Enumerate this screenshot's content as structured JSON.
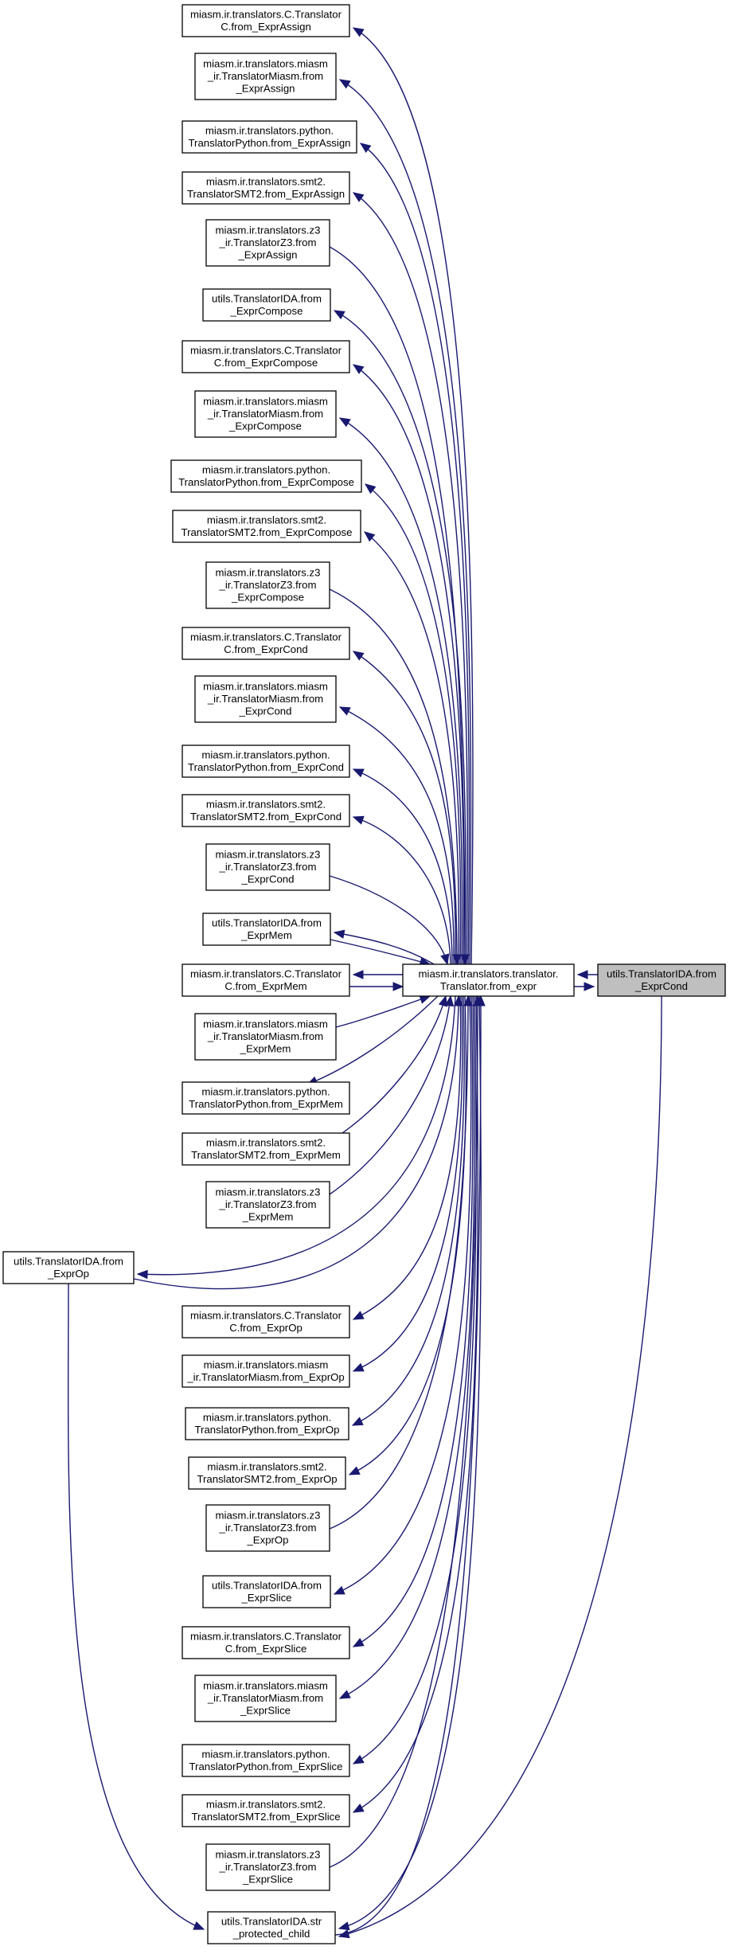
{
  "colors": {
    "edge": "#191970",
    "node_border": "#000000",
    "node_fill": "#ffffff",
    "highlight_fill": "#bfbfbf"
  },
  "nodes": [
    {
      "id": "c_assign",
      "lines": [
        "miasm.ir.translators.C.Translator",
        "C.from_ExprAssign"
      ]
    },
    {
      "id": "miasm_assign",
      "lines": [
        "miasm.ir.translators.miasm",
        "_ir.TranslatorMiasm.from",
        "_ExprAssign"
      ]
    },
    {
      "id": "python_assign",
      "lines": [
        "miasm.ir.translators.python.",
        "TranslatorPython.from_ExprAssign"
      ]
    },
    {
      "id": "smt2_assign",
      "lines": [
        "miasm.ir.translators.smt2.",
        "TranslatorSMT2.from_ExprAssign"
      ]
    },
    {
      "id": "z3_assign",
      "lines": [
        "miasm.ir.translators.z3",
        "_ir.TranslatorZ3.from",
        "_ExprAssign"
      ]
    },
    {
      "id": "ida_compose",
      "lines": [
        "utils.TranslatorIDA.from",
        "_ExprCompose"
      ]
    },
    {
      "id": "c_compose",
      "lines": [
        "miasm.ir.translators.C.Translator",
        "C.from_ExprCompose"
      ]
    },
    {
      "id": "miasm_compose",
      "lines": [
        "miasm.ir.translators.miasm",
        "_ir.TranslatorMiasm.from",
        "_ExprCompose"
      ]
    },
    {
      "id": "python_compose",
      "lines": [
        "miasm.ir.translators.python.",
        "TranslatorPython.from_ExprCompose"
      ]
    },
    {
      "id": "smt2_compose",
      "lines": [
        "miasm.ir.translators.smt2.",
        "TranslatorSMT2.from_ExprCompose"
      ]
    },
    {
      "id": "z3_compose",
      "lines": [
        "miasm.ir.translators.z3",
        "_ir.TranslatorZ3.from",
        "_ExprCompose"
      ]
    },
    {
      "id": "c_cond",
      "lines": [
        "miasm.ir.translators.C.Translator",
        "C.from_ExprCond"
      ]
    },
    {
      "id": "miasm_cond",
      "lines": [
        "miasm.ir.translators.miasm",
        "_ir.TranslatorMiasm.from",
        "_ExprCond"
      ]
    },
    {
      "id": "python_cond",
      "lines": [
        "miasm.ir.translators.python.",
        "TranslatorPython.from_ExprCond"
      ]
    },
    {
      "id": "smt2_cond",
      "lines": [
        "miasm.ir.translators.smt2.",
        "TranslatorSMT2.from_ExprCond"
      ]
    },
    {
      "id": "z3_cond",
      "lines": [
        "miasm.ir.translators.z3",
        "_ir.TranslatorZ3.from",
        "_ExprCond"
      ]
    },
    {
      "id": "ida_mem",
      "lines": [
        "utils.TranslatorIDA.from",
        "_ExprMem"
      ]
    },
    {
      "id": "c_mem",
      "lines": [
        "miasm.ir.translators.C.Translator",
        "C.from_ExprMem"
      ]
    },
    {
      "id": "miasm_mem",
      "lines": [
        "miasm.ir.translators.miasm",
        "_ir.TranslatorMiasm.from",
        "_ExprMem"
      ]
    },
    {
      "id": "python_mem",
      "lines": [
        "miasm.ir.translators.python.",
        "TranslatorPython.from_ExprMem"
      ]
    },
    {
      "id": "smt2_mem",
      "lines": [
        "miasm.ir.translators.smt2.",
        "TranslatorSMT2.from_ExprMem"
      ]
    },
    {
      "id": "z3_mem",
      "lines": [
        "miasm.ir.translators.z3",
        "_ir.TranslatorZ3.from",
        "_ExprMem"
      ]
    },
    {
      "id": "ida_op",
      "lines": [
        "utils.TranslatorIDA.from",
        "_ExprOp"
      ]
    },
    {
      "id": "c_op",
      "lines": [
        "miasm.ir.translators.C.Translator",
        "C.from_ExprOp"
      ]
    },
    {
      "id": "miasm_op",
      "lines": [
        "miasm.ir.translators.miasm",
        "_ir.TranslatorMiasm.from_ExprOp"
      ]
    },
    {
      "id": "python_op",
      "lines": [
        "miasm.ir.translators.python.",
        "TranslatorPython.from_ExprOp"
      ]
    },
    {
      "id": "smt2_op",
      "lines": [
        "miasm.ir.translators.smt2.",
        "TranslatorSMT2.from_ExprOp"
      ]
    },
    {
      "id": "z3_op",
      "lines": [
        "miasm.ir.translators.z3",
        "_ir.TranslatorZ3.from",
        "_ExprOp"
      ]
    },
    {
      "id": "ida_slice",
      "lines": [
        "utils.TranslatorIDA.from",
        "_ExprSlice"
      ]
    },
    {
      "id": "c_slice",
      "lines": [
        "miasm.ir.translators.C.Translator",
        "C.from_ExprSlice"
      ]
    },
    {
      "id": "miasm_slice",
      "lines": [
        "miasm.ir.translators.miasm",
        "_ir.TranslatorMiasm.from",
        "_ExprSlice"
      ]
    },
    {
      "id": "python_slice",
      "lines": [
        "miasm.ir.translators.python.",
        "TranslatorPython.from_ExprSlice"
      ]
    },
    {
      "id": "smt2_slice",
      "lines": [
        "miasm.ir.translators.smt2.",
        "TranslatorSMT2.from_ExprSlice"
      ]
    },
    {
      "id": "z3_slice",
      "lines": [
        "miasm.ir.translators.z3",
        "_ir.TranslatorZ3.from",
        "_ExprSlice"
      ]
    },
    {
      "id": "ida_str",
      "lines": [
        "utils.TranslatorIDA.str",
        "_protected_child"
      ]
    },
    {
      "id": "translator_from_expr",
      "lines": [
        "miasm.ir.translators.translator.",
        "Translator.from_expr"
      ]
    },
    {
      "id": "ida_cond",
      "lines": [
        "utils.TranslatorIDA.from",
        "_ExprCond"
      ],
      "highlight": true
    }
  ],
  "edges": [
    {
      "from": "translator_from_expr",
      "to": "c_assign"
    },
    {
      "from": "translator_from_expr",
      "to": "miasm_assign"
    },
    {
      "from": "translator_from_expr",
      "to": "python_assign"
    },
    {
      "from": "translator_from_expr",
      "to": "smt2_assign"
    },
    {
      "from": "z3_assign",
      "to": "translator_from_expr"
    },
    {
      "from": "translator_from_expr",
      "to": "ida_compose"
    },
    {
      "from": "translator_from_expr",
      "to": "c_compose"
    },
    {
      "from": "translator_from_expr",
      "to": "miasm_compose"
    },
    {
      "from": "translator_from_expr",
      "to": "python_compose"
    },
    {
      "from": "translator_from_expr",
      "to": "smt2_compose"
    },
    {
      "from": "z3_compose",
      "to": "translator_from_expr"
    },
    {
      "from": "translator_from_expr",
      "to": "c_cond"
    },
    {
      "from": "translator_from_expr",
      "to": "miasm_cond"
    },
    {
      "from": "translator_from_expr",
      "to": "python_cond"
    },
    {
      "from": "translator_from_expr",
      "to": "smt2_cond"
    },
    {
      "from": "z3_cond",
      "to": "translator_from_expr"
    },
    {
      "from": "translator_from_expr",
      "to": "ida_mem"
    },
    {
      "from": "ida_mem",
      "to": "translator_from_expr"
    },
    {
      "from": "translator_from_expr",
      "to": "c_mem"
    },
    {
      "from": "c_mem",
      "to": "translator_from_expr"
    },
    {
      "from": "miasm_mem",
      "to": "translator_from_expr"
    },
    {
      "from": "translator_from_expr",
      "to": "python_mem"
    },
    {
      "from": "smt2_mem",
      "to": "translator_from_expr"
    },
    {
      "from": "z3_mem",
      "to": "translator_from_expr"
    },
    {
      "from": "translator_from_expr",
      "to": "ida_op"
    },
    {
      "from": "ida_op",
      "to": "translator_from_expr"
    },
    {
      "from": "translator_from_expr",
      "to": "c_op"
    },
    {
      "from": "translator_from_expr",
      "to": "miasm_op"
    },
    {
      "from": "translator_from_expr",
      "to": "python_op"
    },
    {
      "from": "translator_from_expr",
      "to": "smt2_op"
    },
    {
      "from": "z3_op",
      "to": "translator_from_expr"
    },
    {
      "from": "translator_from_expr",
      "to": "ida_slice"
    },
    {
      "from": "translator_from_expr",
      "to": "c_slice"
    },
    {
      "from": "translator_from_expr",
      "to": "miasm_slice"
    },
    {
      "from": "translator_from_expr",
      "to": "python_slice"
    },
    {
      "from": "translator_from_expr",
      "to": "smt2_slice"
    },
    {
      "from": "z3_slice",
      "to": "translator_from_expr"
    },
    {
      "from": "translator_from_expr",
      "to": "ida_str"
    },
    {
      "from": "ida_str",
      "to": "translator_from_expr"
    },
    {
      "from": "ida_op",
      "to": "ida_str"
    },
    {
      "from": "ida_cond",
      "to": "translator_from_expr"
    },
    {
      "from": "translator_from_expr",
      "to": "ida_cond"
    },
    {
      "from": "ida_cond",
      "to": "ida_str"
    }
  ]
}
